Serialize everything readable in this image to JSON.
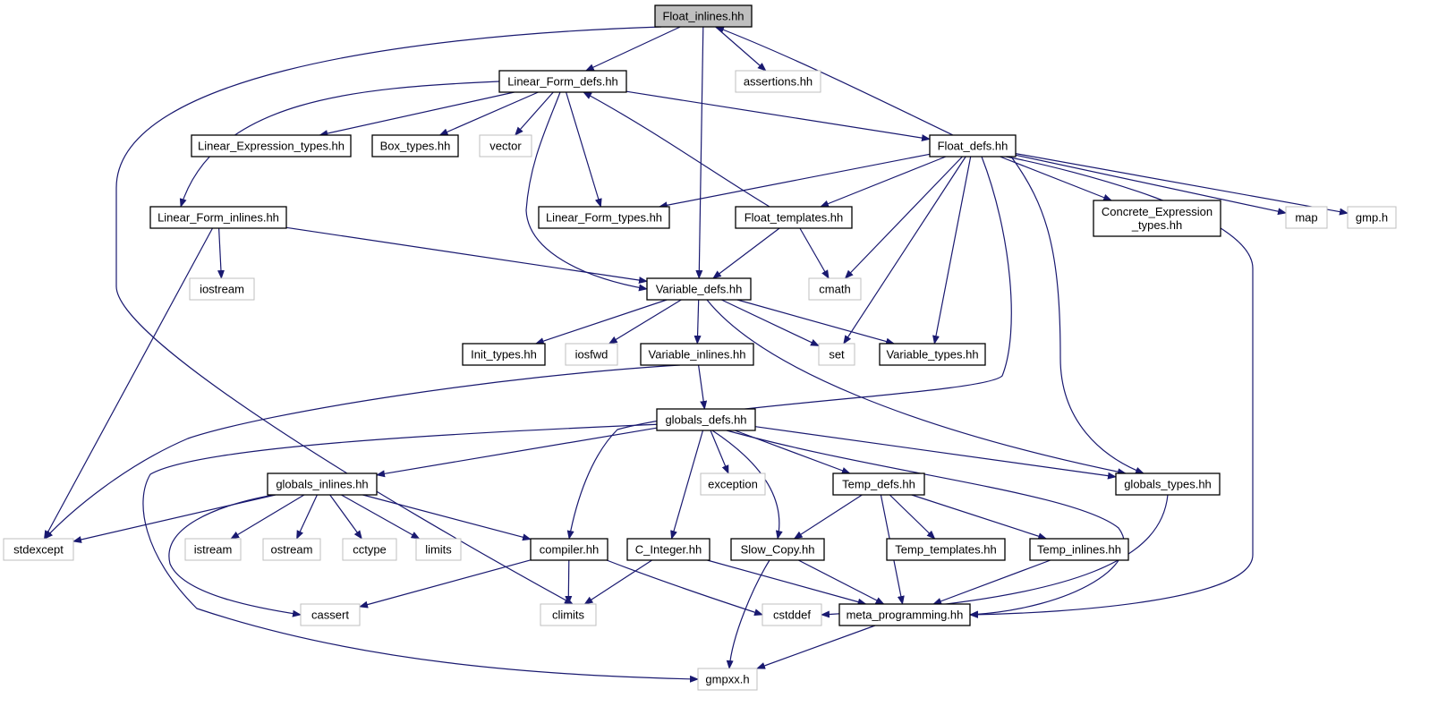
{
  "colors": {
    "edge": "#191970",
    "root_fill": "#bfbfbf",
    "node_border": "#000000",
    "external_border": "#bfbfbf",
    "text": "#000000",
    "background": "#ffffff"
  },
  "root": "n0",
  "nodes": [
    {
      "id": "n0",
      "label": "Float_inlines.hh",
      "kind": "root"
    },
    {
      "id": "n1",
      "label": "Linear_Form_defs.hh",
      "kind": "local"
    },
    {
      "id": "n2",
      "label": "assertions.hh",
      "kind": "external"
    },
    {
      "id": "n3",
      "label": "Linear_Expression_types.hh",
      "kind": "local"
    },
    {
      "id": "n4",
      "label": "Box_types.hh",
      "kind": "local"
    },
    {
      "id": "n5",
      "label": "vector",
      "kind": "external"
    },
    {
      "id": "n6",
      "label": "Float_defs.hh",
      "kind": "local"
    },
    {
      "id": "n7",
      "label": "Linear_Form_inlines.hh",
      "kind": "local"
    },
    {
      "id": "n8",
      "label": "Linear_Form_types.hh",
      "kind": "local"
    },
    {
      "id": "n9",
      "label": "Float_templates.hh",
      "kind": "local"
    },
    {
      "id": "n10",
      "label": [
        "Concrete_Expression",
        "_types.hh"
      ],
      "kind": "local"
    },
    {
      "id": "n11",
      "label": "map",
      "kind": "external"
    },
    {
      "id": "n12",
      "label": "gmp.h",
      "kind": "external"
    },
    {
      "id": "n13",
      "label": "iostream",
      "kind": "external"
    },
    {
      "id": "n14",
      "label": "Variable_defs.hh",
      "kind": "local"
    },
    {
      "id": "n15",
      "label": "cmath",
      "kind": "external"
    },
    {
      "id": "n16",
      "label": "Init_types.hh",
      "kind": "local"
    },
    {
      "id": "n17",
      "label": "iosfwd",
      "kind": "external"
    },
    {
      "id": "n18",
      "label": "Variable_inlines.hh",
      "kind": "local"
    },
    {
      "id": "n19",
      "label": "set",
      "kind": "external"
    },
    {
      "id": "n20",
      "label": "Variable_types.hh",
      "kind": "local"
    },
    {
      "id": "n21",
      "label": "globals_defs.hh",
      "kind": "local"
    },
    {
      "id": "n22",
      "label": "globals_inlines.hh",
      "kind": "local"
    },
    {
      "id": "n23",
      "label": "exception",
      "kind": "external"
    },
    {
      "id": "n24",
      "label": "Temp_defs.hh",
      "kind": "local"
    },
    {
      "id": "n25",
      "label": "globals_types.hh",
      "kind": "local"
    },
    {
      "id": "n26",
      "label": "stdexcept",
      "kind": "external"
    },
    {
      "id": "n27",
      "label": "istream",
      "kind": "external"
    },
    {
      "id": "n28",
      "label": "ostream",
      "kind": "external"
    },
    {
      "id": "n29",
      "label": "cctype",
      "kind": "external"
    },
    {
      "id": "n30",
      "label": "limits",
      "kind": "external"
    },
    {
      "id": "n31",
      "label": "compiler.hh",
      "kind": "local"
    },
    {
      "id": "n32",
      "label": "C_Integer.hh",
      "kind": "local"
    },
    {
      "id": "n33",
      "label": "Slow_Copy.hh",
      "kind": "local"
    },
    {
      "id": "n34",
      "label": "Temp_templates.hh",
      "kind": "local"
    },
    {
      "id": "n35",
      "label": "Temp_inlines.hh",
      "kind": "local"
    },
    {
      "id": "n36",
      "label": "cassert",
      "kind": "external"
    },
    {
      "id": "n37",
      "label": "climits",
      "kind": "external"
    },
    {
      "id": "n38",
      "label": "cstddef",
      "kind": "external"
    },
    {
      "id": "n39",
      "label": "meta_programming.hh",
      "kind": "local"
    },
    {
      "id": "n40",
      "label": "gmpxx.h",
      "kind": "external"
    }
  ],
  "edges": [
    [
      "n0",
      "n1"
    ],
    [
      "n0",
      "n2"
    ],
    [
      "n0",
      "n14"
    ],
    [
      "n0",
      "n37"
    ],
    [
      "n1",
      "n3"
    ],
    [
      "n1",
      "n4"
    ],
    [
      "n1",
      "n5"
    ],
    [
      "n1",
      "n6"
    ],
    [
      "n1",
      "n7"
    ],
    [
      "n1",
      "n8"
    ],
    [
      "n1",
      "n14"
    ],
    [
      "n6",
      "n0"
    ],
    [
      "n6",
      "n8"
    ],
    [
      "n6",
      "n9"
    ],
    [
      "n6",
      "n10"
    ],
    [
      "n6",
      "n11"
    ],
    [
      "n6",
      "n12"
    ],
    [
      "n6",
      "n15"
    ],
    [
      "n6",
      "n19"
    ],
    [
      "n6",
      "n20"
    ],
    [
      "n6",
      "n25"
    ],
    [
      "n6",
      "n31"
    ],
    [
      "n6",
      "n39"
    ],
    [
      "n9",
      "n1"
    ],
    [
      "n9",
      "n14"
    ],
    [
      "n9",
      "n15"
    ],
    [
      "n7",
      "n13"
    ],
    [
      "n7",
      "n14"
    ],
    [
      "n7",
      "n26"
    ],
    [
      "n14",
      "n16"
    ],
    [
      "n14",
      "n17"
    ],
    [
      "n14",
      "n18"
    ],
    [
      "n14",
      "n19"
    ],
    [
      "n14",
      "n20"
    ],
    [
      "n14",
      "n25"
    ],
    [
      "n18",
      "n21"
    ],
    [
      "n18",
      "n26"
    ],
    [
      "n21",
      "n22"
    ],
    [
      "n21",
      "n23"
    ],
    [
      "n21",
      "n24"
    ],
    [
      "n21",
      "n25"
    ],
    [
      "n21",
      "n32"
    ],
    [
      "n21",
      "n33"
    ],
    [
      "n21",
      "n39"
    ],
    [
      "n21",
      "n40"
    ],
    [
      "n22",
      "n26"
    ],
    [
      "n22",
      "n27"
    ],
    [
      "n22",
      "n28"
    ],
    [
      "n22",
      "n29"
    ],
    [
      "n22",
      "n30"
    ],
    [
      "n22",
      "n31"
    ],
    [
      "n22",
      "n36"
    ],
    [
      "n24",
      "n33"
    ],
    [
      "n24",
      "n34"
    ],
    [
      "n24",
      "n35"
    ],
    [
      "n24",
      "n39"
    ],
    [
      "n25",
      "n38"
    ],
    [
      "n31",
      "n36"
    ],
    [
      "n31",
      "n37"
    ],
    [
      "n31",
      "n38"
    ],
    [
      "n32",
      "n37"
    ],
    [
      "n32",
      "n39"
    ],
    [
      "n33",
      "n39"
    ],
    [
      "n33",
      "n40"
    ],
    [
      "n35",
      "n39"
    ],
    [
      "n39",
      "n40"
    ]
  ]
}
